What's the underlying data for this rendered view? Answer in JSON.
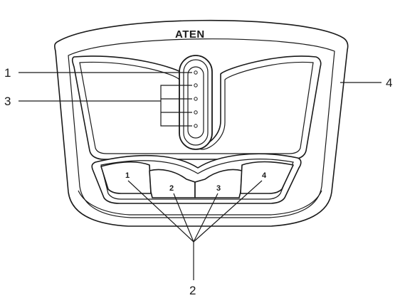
{
  "device": {
    "brand_logo": "ATEN",
    "port_buttons": [
      "1",
      "2",
      "3",
      "4"
    ]
  },
  "callouts": [
    "1",
    "2",
    "3",
    "4"
  ]
}
